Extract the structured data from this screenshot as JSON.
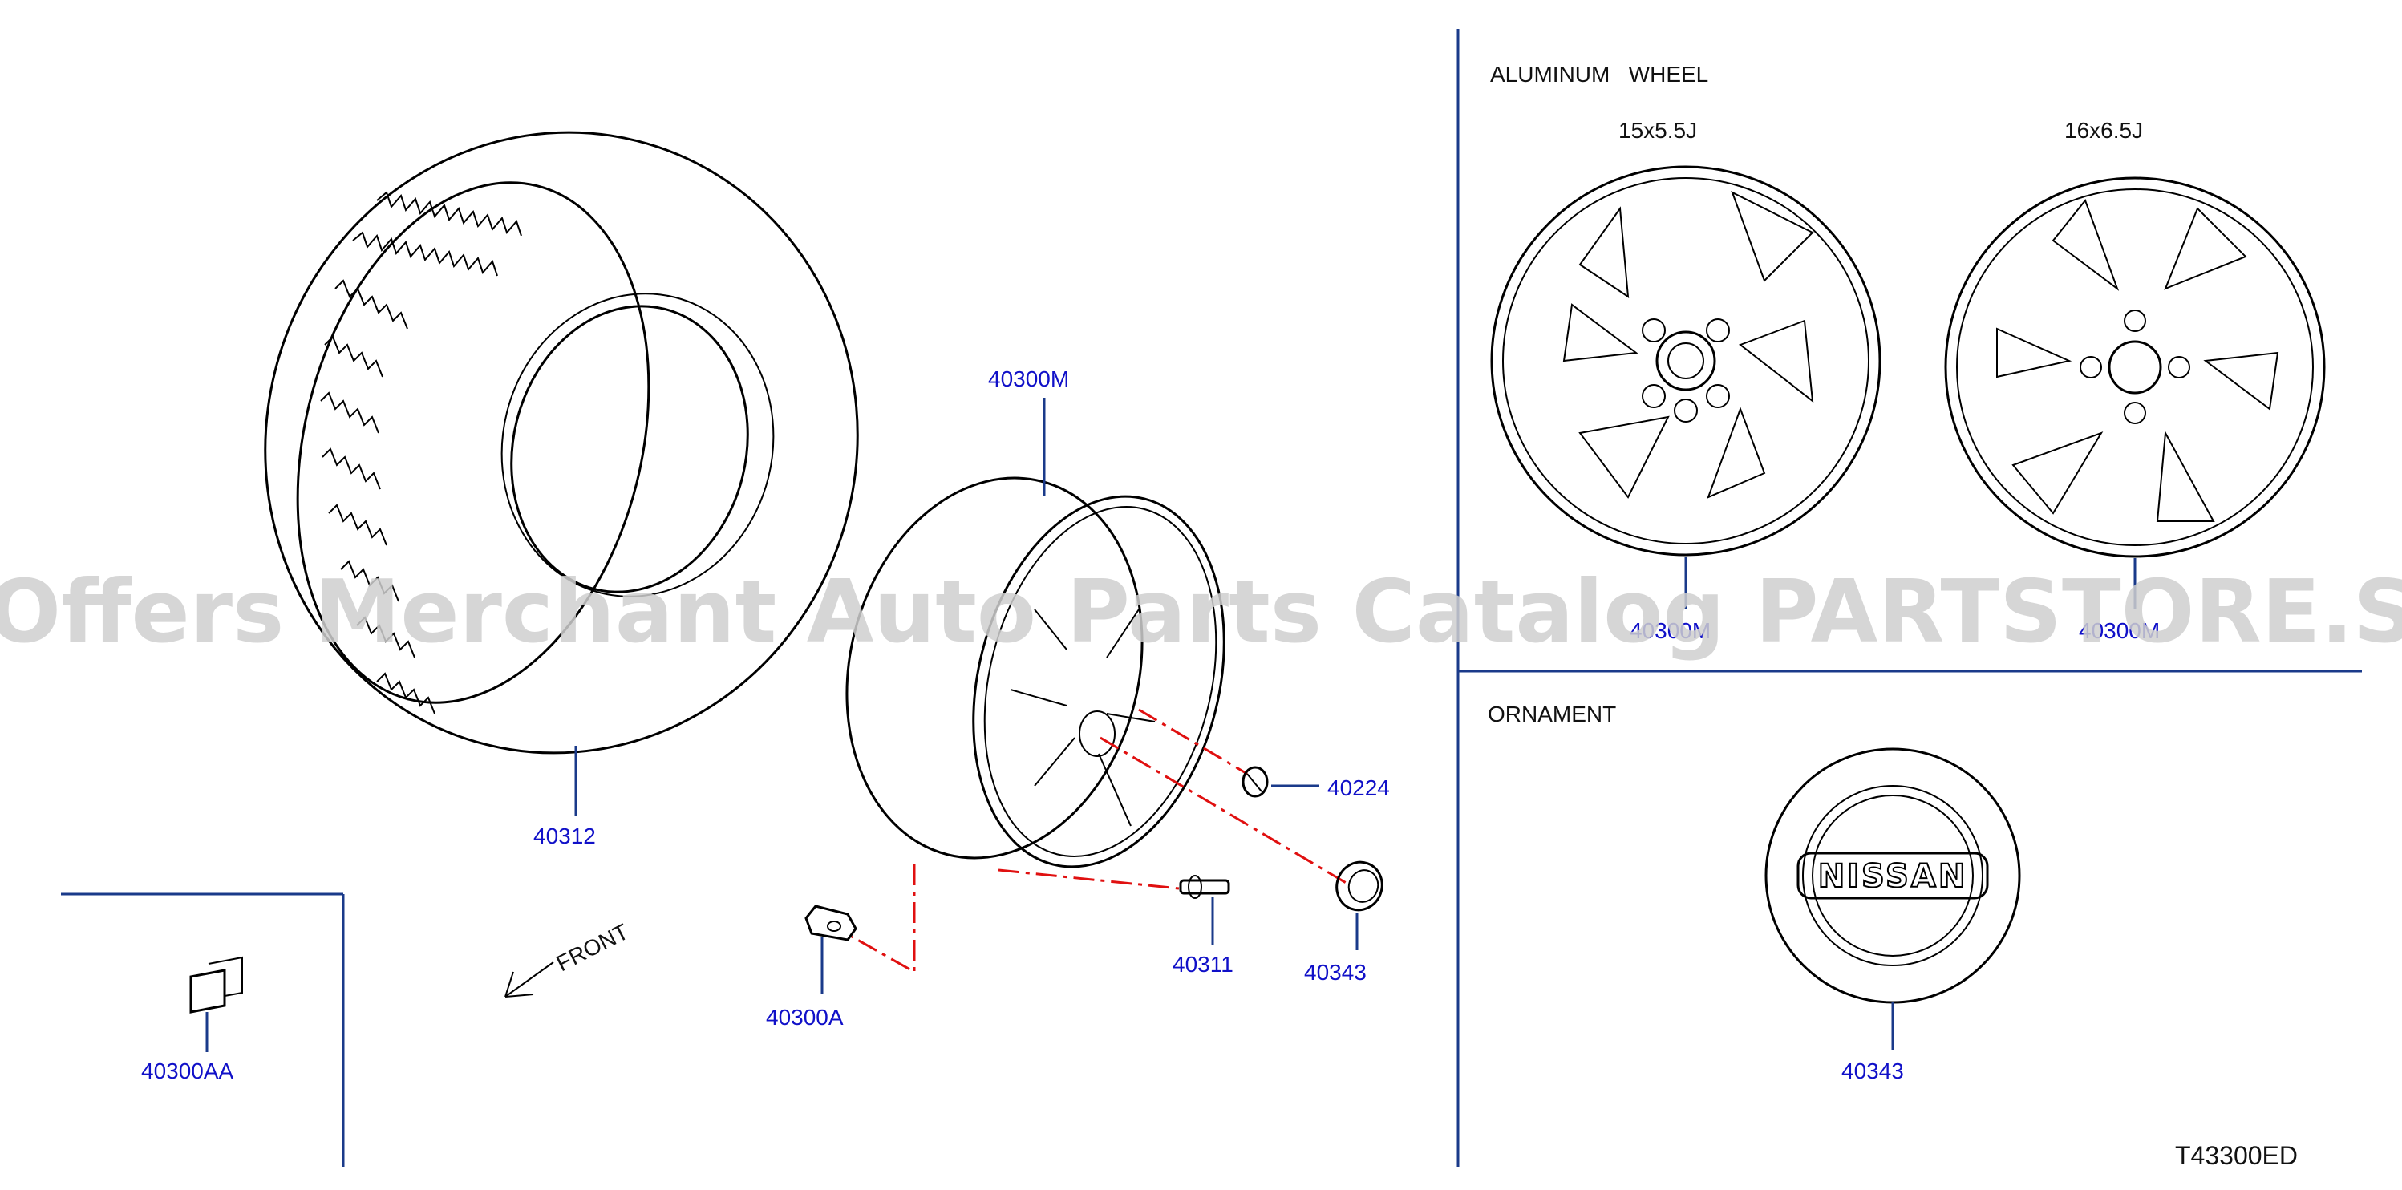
{
  "sections": {
    "aluminum_wheel": "ALUMINUM   WHEEL",
    "ornament": "ORNAMENT",
    "front": "FRONT"
  },
  "wheel_sizes": {
    "left": "15x5.5J",
    "right": "16x6.5J"
  },
  "parts": {
    "tire": "40312",
    "wheel": "40300M",
    "lug_nut": "40224",
    "valve": "40311",
    "center_cap": "40343",
    "tpms_sensor": "40300A",
    "tpms_bracket": "40300AA",
    "wheel_15": "40300M",
    "wheel_16": "40300M",
    "ornament": "40343"
  },
  "ornament_badge": "NISSAN",
  "diagram_code": "T43300ED",
  "watermark": "Offers Merchant Auto Parts Catalog PARTSTORE.SA",
  "colors": {
    "label": "#1010c8",
    "leader": "#1a3a8a",
    "exploded_line": "#e01010"
  }
}
